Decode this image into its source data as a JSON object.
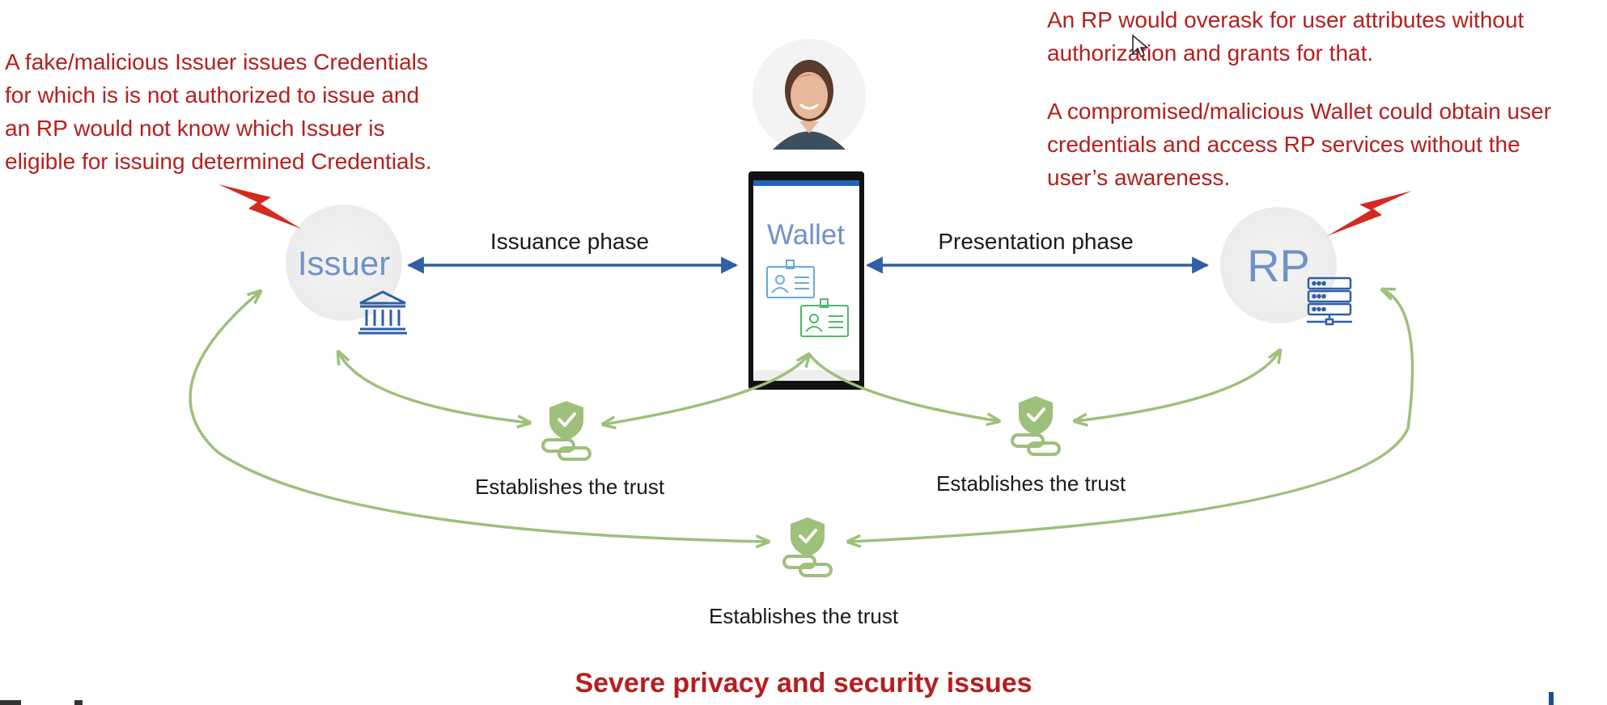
{
  "threats": {
    "issuer": "A fake/malicious Issuer issues Credentials for which is is not authorized to issue and an RP would not know which Issuer is eligible for issuing determined Credentials.",
    "issuer_lines": [
      "A fake/malicious Issuer issues Credentials",
      "for which is is not authorized to issue and",
      "an RP would not know which Issuer is",
      "eligible for issuing determined Credentials."
    ],
    "rp_lines": [
      "An RP would overask for user attributes without",
      "authorization and grants for that."
    ],
    "wallet_lines": [
      "A compromised/malicious Wallet could obtain user",
      "credentials and access RP services without the",
      "user’s awareness."
    ]
  },
  "nodes": {
    "issuer": "Issuer",
    "wallet": "Wallet",
    "rp": "RP"
  },
  "phases": {
    "issuance": "Issuance phase",
    "presentation": "Presentation phase"
  },
  "trust": {
    "left": "Establishes the trust",
    "right": "Establishes the trust",
    "bottom": "Establishes the trust"
  },
  "footer": {
    "title": "Severe privacy and security issues"
  },
  "colors": {
    "threat_red": "#b51f1f",
    "arrow_blue": "#2f5fa6",
    "trust_green": "#9dc07a",
    "issuer_blue": "#6f92c8",
    "lightning_red": "#d42a20"
  },
  "icons": [
    "lightning-icon",
    "bank-icon",
    "id-card-icon",
    "server-icon",
    "shield-chain-icon",
    "user-avatar"
  ]
}
